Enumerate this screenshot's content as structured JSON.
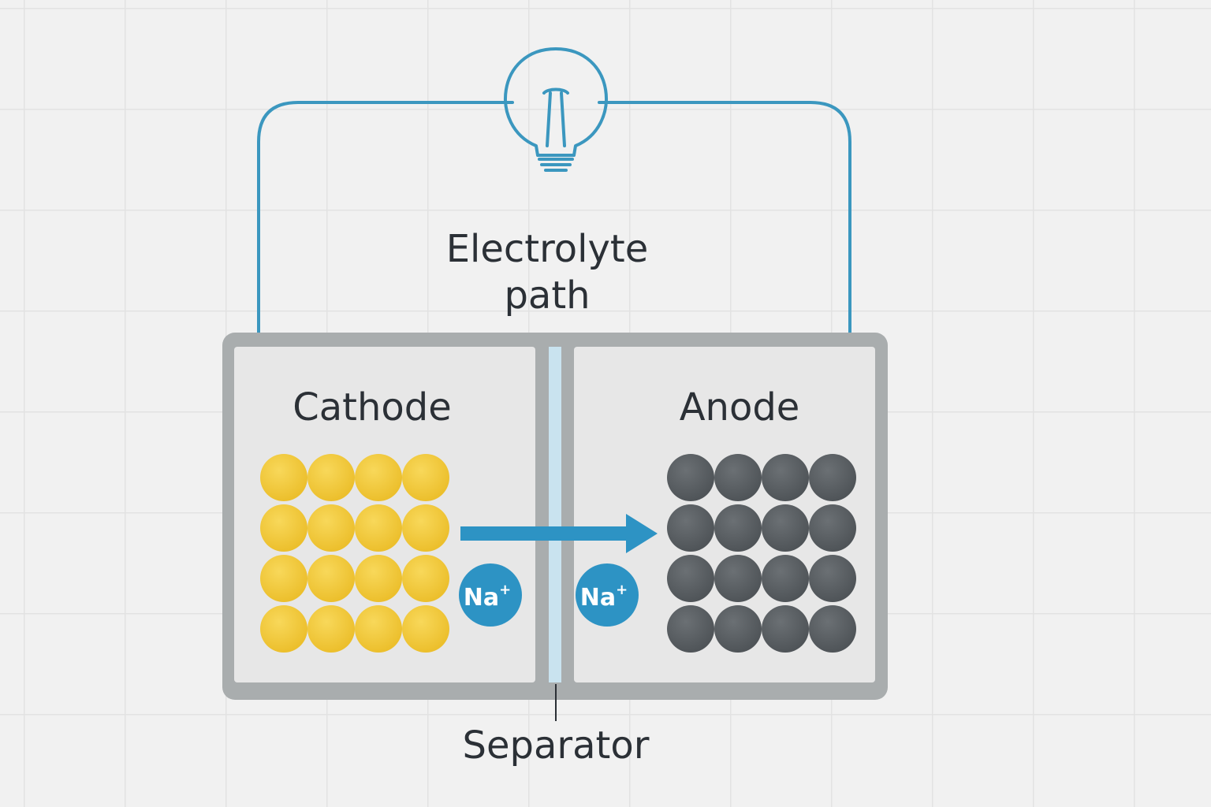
{
  "labels": {
    "electrolyte_line1": "Electrolyte",
    "electrolyte_line2": "path",
    "cathode": "Cathode",
    "anode": "Anode",
    "separator": "Separator",
    "ion_symbol": "Na",
    "ion_charge": "+"
  },
  "icons": {
    "bulb": "light-bulb-icon",
    "arrow": "arrow-right-icon"
  },
  "colors": {
    "wire": "#3b97bf",
    "cathode_particle": "#f2c73a",
    "anode_particle": "#5a5f63",
    "ion": "#2d93c4",
    "cell_frame": "#a9adae",
    "cell_fill": "#e7e7e7",
    "separator": "#c9e3ef",
    "text": "#2b3036"
  },
  "cathode_grid": {
    "rows": 4,
    "cols": 4
  },
  "anode_grid": {
    "rows": 4,
    "cols": 4
  }
}
